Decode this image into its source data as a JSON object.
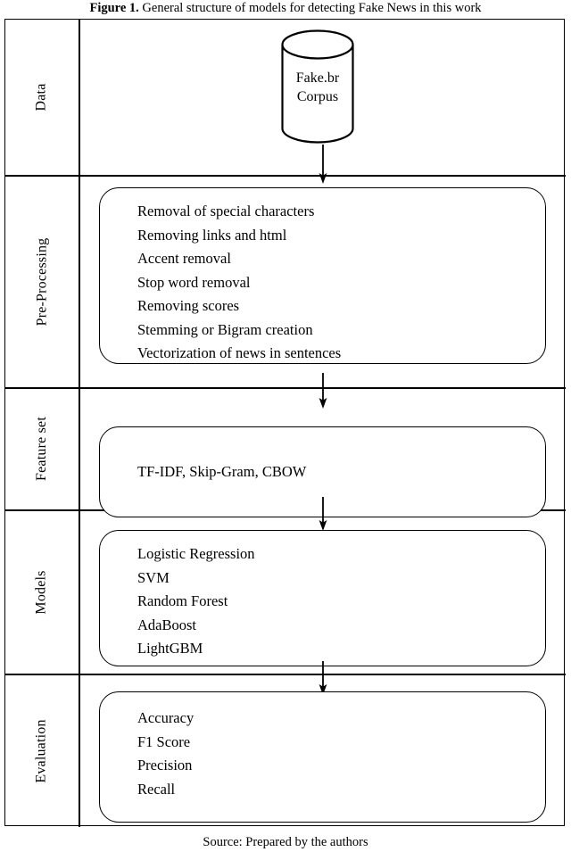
{
  "caption": {
    "label": "Figure 1.",
    "text": "General structure of models for detecting Fake News in this work"
  },
  "source_note": "Source: Prepared by the authors",
  "colors": {
    "stroke": "#000000",
    "background": "#ffffff"
  },
  "diagram": {
    "rows": [
      {
        "label": "Data",
        "node_type": "cylinder",
        "node_name": "fake-br-corpus-cylinder",
        "lines": [
          "Fake.br",
          "Corpus"
        ]
      },
      {
        "label": "Pre-Processing",
        "node_type": "rounded-box",
        "node_name": "preprocessing-box",
        "items": [
          "Removal of special characters",
          "Removing links and html",
          "Accent removal",
          "Stop word removal",
          "Removing scores",
          "Stemming or Bigram creation",
          "Vectorization of news in sentences"
        ]
      },
      {
        "label": "Feature set",
        "node_type": "rounded-box",
        "node_name": "featureset-box",
        "items": [
          "TF-IDF, Skip-Gram, CBOW"
        ]
      },
      {
        "label": "Models",
        "node_type": "rounded-box",
        "node_name": "models-box",
        "items": [
          "Logistic Regression",
          "SVM",
          "Random Forest",
          "AdaBoost",
          "LightGBM"
        ]
      },
      {
        "label": "Evaluation",
        "node_type": "rounded-box",
        "node_name": "evaluation-box",
        "items": [
          "Accuracy",
          "F1 Score",
          "Precision",
          "Recall"
        ]
      }
    ],
    "arrows": [
      {
        "name": "arrow-data-to-preprocessing",
        "direction": "down"
      },
      {
        "name": "arrow-preprocessing-to-featureset",
        "direction": "down"
      },
      {
        "name": "arrow-featureset-to-models",
        "direction": "down"
      },
      {
        "name": "arrow-models-to-evaluation",
        "direction": "down"
      }
    ]
  }
}
